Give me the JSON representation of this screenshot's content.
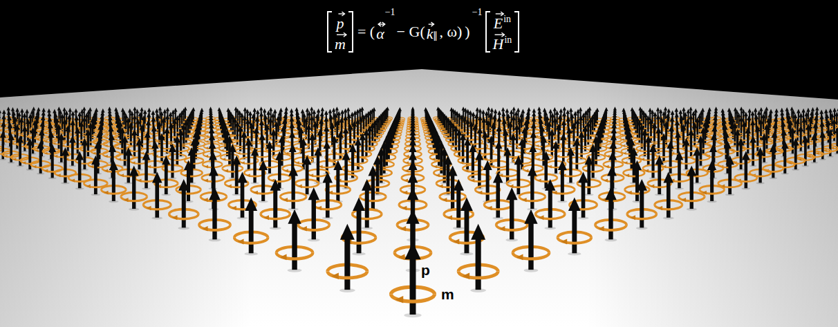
{
  "diagram": {
    "labels": [
      "p",
      "m",
      "= (",
      "α",
      "−1",
      "− G(",
      "k",
      "∥",
      ", ω)",
      ")",
      "−1",
      "E",
      "in",
      "H",
      "in",
      "p",
      "m"
    ]
  }
}
